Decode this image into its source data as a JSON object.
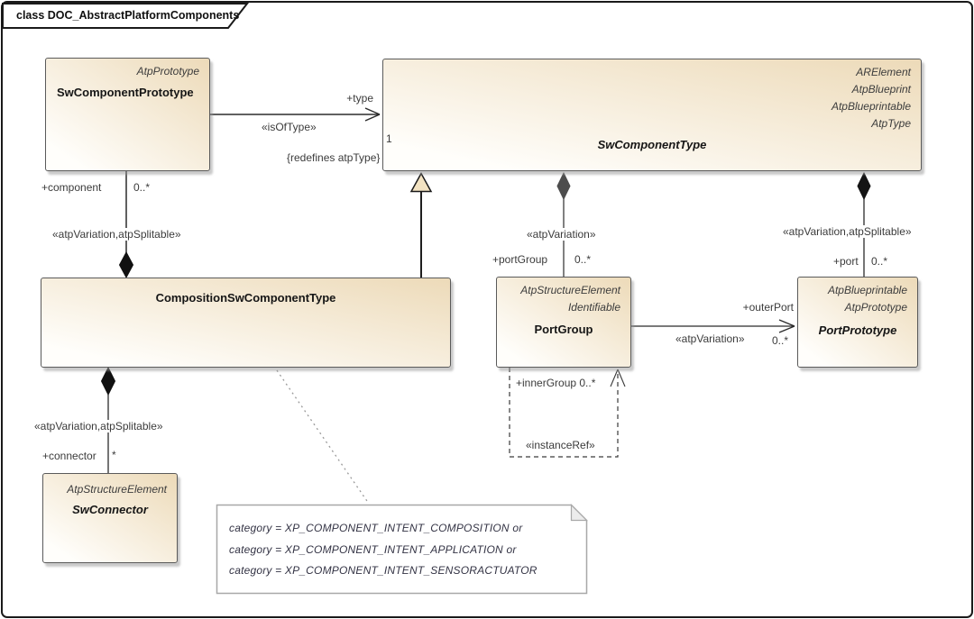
{
  "frame": {
    "title": "class DOC_AbstractPlatformComponents"
  },
  "classes": {
    "swComponentPrototype": {
      "stereotypes": [
        "AtpPrototype"
      ],
      "name": "SwComponentPrototype"
    },
    "swComponentType": {
      "stereotypes": [
        "ARElement",
        "AtpBlueprint",
        "AtpBlueprintable",
        "AtpType"
      ],
      "name": "SwComponentType"
    },
    "compositionSwComponentType": {
      "name": "CompositionSwComponentType"
    },
    "portGroup": {
      "stereotypes": [
        "AtpStructureElement",
        "Identifiable"
      ],
      "name": "PortGroup"
    },
    "portPrototype": {
      "stereotypes": [
        "AtpBlueprintable",
        "AtpPrototype"
      ],
      "name": "PortPrototype"
    },
    "swConnector": {
      "stereotypes": [
        "AtpStructureElement"
      ],
      "name": "SwConnector"
    }
  },
  "connectors": {
    "isOfType": {
      "role": "+type",
      "stereotype": "«isOfType»",
      "multiplicity": "1",
      "constraint": "{redefines atpType}"
    },
    "component": {
      "role": "+component",
      "multiplicity": "0..*",
      "stereotype": "«atpVariation,atpSplitable»"
    },
    "portGroup": {
      "role": "+portGroup",
      "multiplicity": "0..*",
      "stereotype": "«atpVariation»"
    },
    "port": {
      "role": "+port",
      "multiplicity": "0..*",
      "stereotype": "«atpVariation,atpSplitable»"
    },
    "outerPort": {
      "role": "+outerPort",
      "multiplicity": "0..*",
      "stereotype": "«atpVariation»"
    },
    "innerGroup": {
      "label": "+innerGroup 0..*",
      "stereotype": "«instanceRef»"
    },
    "connector": {
      "role": "+connector",
      "multiplicity": "*",
      "stereotype": "«atpVariation,atpSplitable»"
    }
  },
  "note": {
    "lines": [
      "category = XP_COMPONENT_INTENT_COMPOSITION or",
      "category = XP_COMPONENT_INTENT_APPLICATION or",
      "category = XP_COMPONENT_INTENT_SENSORACTUATOR"
    ]
  },
  "colors": {
    "box_fill_light": "#fffefb",
    "box_fill_dark": "#eddbba",
    "box_border": "#5a5a5a",
    "note_border": "#a8a8a8",
    "line": "#2b2b2b",
    "label_text": "#3b3b3b"
  }
}
